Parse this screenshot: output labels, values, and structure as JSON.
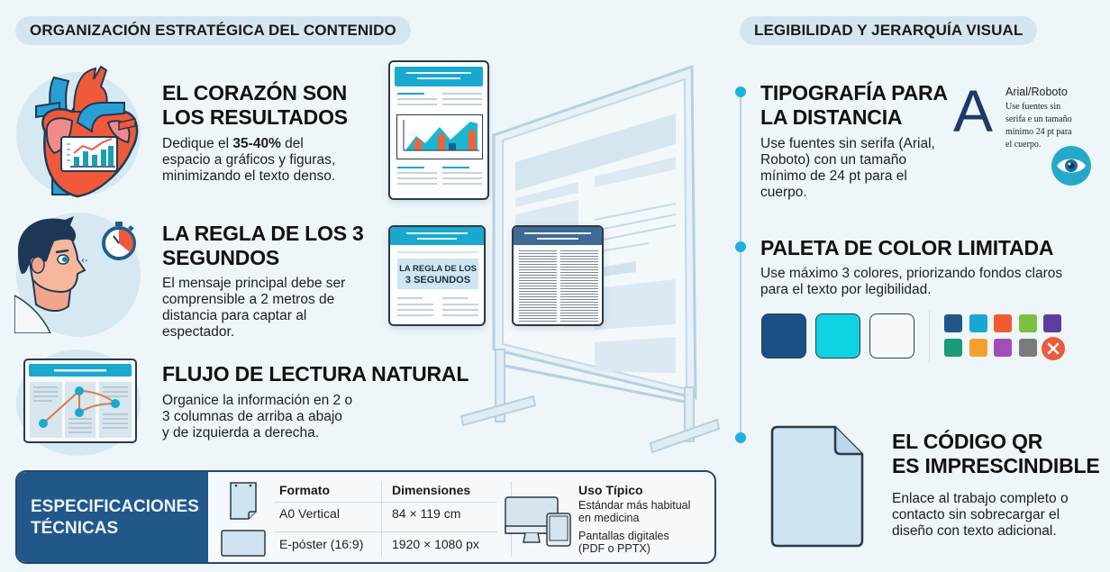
{
  "left_section": {
    "header": "ORGANIZACIÓN ESTRATÉGICA DEL CONTENIDO",
    "items": [
      {
        "icon": "heart-chart-icon",
        "title_line1": "EL CORAZÓN SON",
        "title_line2": "LOS RESULTADOS",
        "desc_prefix": "Dedique el ",
        "desc_bold": "35-40%",
        "desc_line1_suffix": " del",
        "desc_line2": "espacio a gráficos y figuras,",
        "desc_line3": "minimizando el texto denso."
      },
      {
        "icon": "person-stopwatch-icon",
        "title_line1": "LA REGLA DE LOS 3",
        "title_line2": "SEGUNDOS",
        "desc_line1": "El mensaje principal debe ser",
        "desc_line2": "comprensible a 2 metros de",
        "desc_line3": "distancia para captar al",
        "desc_line4": "espectador."
      },
      {
        "icon": "reading-flow-icon",
        "title_line1": "FLUJO DE LECTURA NATURAL",
        "desc_line1": "Organice la información en 2 o",
        "desc_line2": "3 columnas de arriba a abajo",
        "desc_line3": "y de izquierda a derecha."
      }
    ]
  },
  "center_illustration": {
    "poster_card_3s_line1": "LA REGLA DE LOS",
    "poster_card_3s_line2": "3 SEGUNDOS"
  },
  "right_section": {
    "header": "LEGIBILIDAD Y JERARQUÍA VISUAL",
    "typography": {
      "title_line1": "TIPOGRAFÍA PARA",
      "title_line2": "LA DISTANCIA",
      "desc_line1": "Use fuentes sin serifa (Arial,",
      "desc_line2": "Roboto) con un tamaño",
      "desc_line3": "mínimo de 24 pt para el",
      "desc_line4": "cuerpo.",
      "sample_letter": "A",
      "sample_font_label": "Arial/Roboto",
      "sample_note_line1": "Use fuentes sin",
      "sample_note_line2": "serifa e un tamaño",
      "sample_note_line3": "mínimo 24 pt para",
      "sample_note_line4": "el cuerpo."
    },
    "palette": {
      "title": "PALETA DE COLOR LIMITADA",
      "desc_line1": "Use máximo 3 colores, priorizando fondos claros",
      "desc_line2": "para el texto por legibilidad.",
      "recommended": [
        "#1c4f86",
        "#0fd3e2",
        "#f6f9fb"
      ],
      "too_many": [
        "#22578a",
        "#1ba7d4",
        "#f25a30",
        "#7dc041",
        "#5b3f9e",
        "#1b9a78",
        "#f6a12e",
        "#a14fb6",
        "#7a7a7a"
      ],
      "reject_color": "#ec5a3c"
    },
    "qr": {
      "title_line1": "EL CÓDIGO QR",
      "title_line2": "ES IMPRESCINDIBLE",
      "desc_line1": "Enlace al trabajo completo o",
      "desc_line2": "contacto sin sobrecargar el",
      "desc_line3": "diseño con texto adicional."
    }
  },
  "specs": {
    "title_line1": "ESPECIFICACIONES",
    "title_line2": "TÉCNICAS",
    "columns": [
      "Formato",
      "Dimensiones",
      "Uso Típico"
    ],
    "rows": [
      {
        "format": "A0 Vertical",
        "dimensions": "84 × 119 cm",
        "use_line1": "Estándar más habitual",
        "use_line2": "en medicina"
      },
      {
        "format": "E-póster (16:9)",
        "dimensions": "1920 × 1080 px",
        "use_line1": "Pantallas digitales",
        "use_line2": "(PDF o PPTX)"
      }
    ]
  },
  "colors": {
    "background": "#eef6fa",
    "pill": "#d3e6f0",
    "accent_cyan": "#1fb1dc",
    "navy": "#22578a"
  }
}
